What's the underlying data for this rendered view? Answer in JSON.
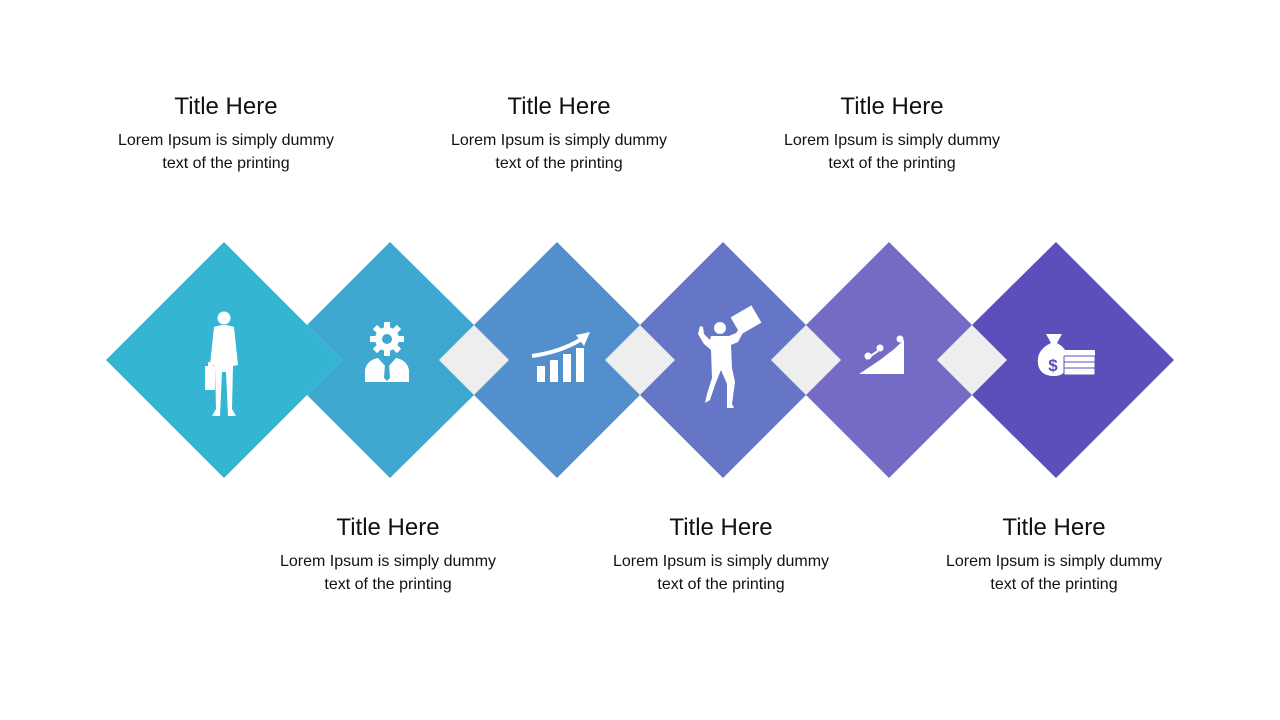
{
  "steps": [
    {
      "title": "Title Here",
      "text": "Lorem Ipsum is simply dummy text of the printing",
      "color": "#34b5d4",
      "icon": "businessman-icon"
    },
    {
      "title": "Title Here",
      "text": "Lorem Ipsum is simply dummy text of the printing",
      "color": "#3fa8d0",
      "icon": "gear-person-icon"
    },
    {
      "title": "Title Here",
      "text": "Lorem Ipsum is simply dummy text of the printing",
      "color": "#538fcc",
      "icon": "growth-chart-icon"
    },
    {
      "title": "Title Here",
      "text": "Lorem Ipsum is simply dummy text of the printing",
      "color": "#6576c6",
      "icon": "celebrating-man-icon"
    },
    {
      "title": "Title Here",
      "text": "Lorem Ipsum is simply dummy text of the printing",
      "color": "#746bc4",
      "icon": "climbing-steps-icon"
    },
    {
      "title": "Title Here",
      "text": "Lorem Ipsum is simply dummy text of the printing",
      "color": "#5b50bb",
      "icon": "money-bag-icon"
    }
  ],
  "connector_color": "#eeeeee"
}
